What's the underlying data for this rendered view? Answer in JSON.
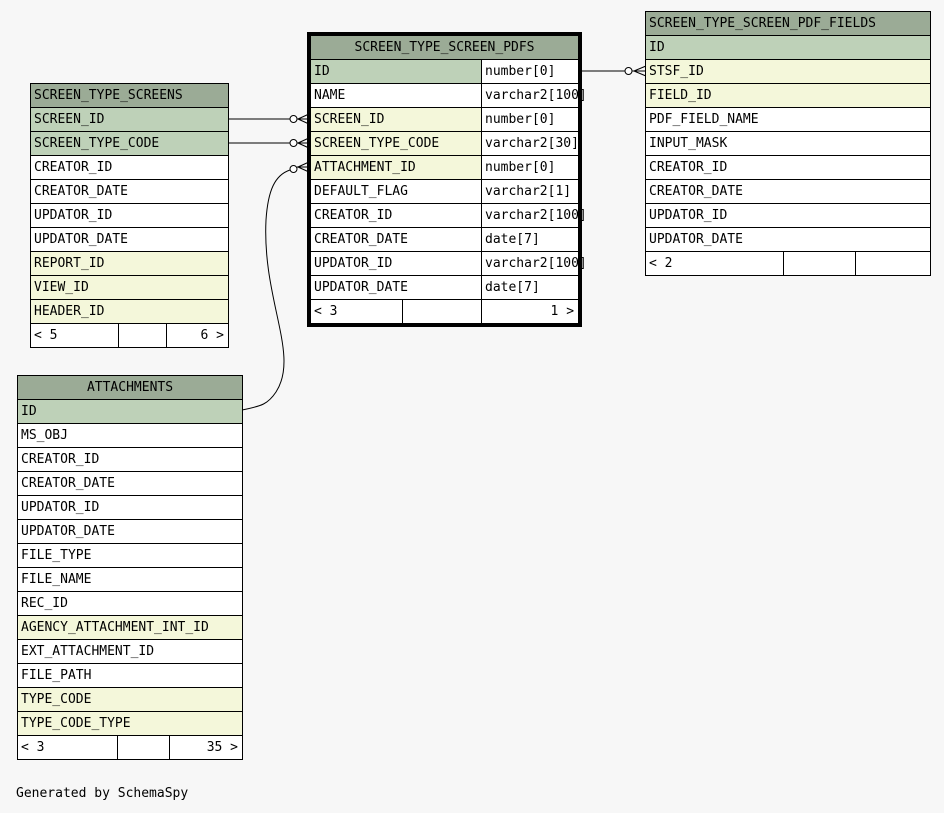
{
  "footer_text": "Generated by SchemaSpy",
  "tables": {
    "screen_type_screens": {
      "name": "SCREEN_TYPE_SCREENS",
      "columns": [
        {
          "name": "SCREEN_ID",
          "kind": "pk"
        },
        {
          "name": "SCREEN_TYPE_CODE",
          "kind": "pk"
        },
        {
          "name": "CREATOR_ID",
          "kind": "plain"
        },
        {
          "name": "CREATOR_DATE",
          "kind": "plain"
        },
        {
          "name": "UPDATOR_ID",
          "kind": "plain"
        },
        {
          "name": "UPDATOR_DATE",
          "kind": "plain"
        },
        {
          "name": "REPORT_ID",
          "kind": "fk"
        },
        {
          "name": "VIEW_ID",
          "kind": "fk"
        },
        {
          "name": "HEADER_ID",
          "kind": "fk"
        }
      ],
      "footer_left": "< 5",
      "footer_right": "6 >"
    },
    "screen_type_screen_pdfs": {
      "name": "SCREEN_TYPE_SCREEN_PDFS",
      "columns": [
        {
          "name": "ID",
          "type": "number[0]",
          "kind": "pk"
        },
        {
          "name": "NAME",
          "type": "varchar2[100]",
          "kind": "plain"
        },
        {
          "name": "SCREEN_ID",
          "type": "number[0]",
          "kind": "fk"
        },
        {
          "name": "SCREEN_TYPE_CODE",
          "type": "varchar2[30]",
          "kind": "fk"
        },
        {
          "name": "ATTACHMENT_ID",
          "type": "number[0]",
          "kind": "fk"
        },
        {
          "name": "DEFAULT_FLAG",
          "type": "varchar2[1]",
          "kind": "plain"
        },
        {
          "name": "CREATOR_ID",
          "type": "varchar2[100]",
          "kind": "plain"
        },
        {
          "name": "CREATOR_DATE",
          "type": "date[7]",
          "kind": "plain"
        },
        {
          "name": "UPDATOR_ID",
          "type": "varchar2[100]",
          "kind": "plain"
        },
        {
          "name": "UPDATOR_DATE",
          "type": "date[7]",
          "kind": "plain"
        }
      ],
      "footer_left": "< 3",
      "footer_right": "1 >"
    },
    "screen_type_screen_pdf_fields": {
      "name": "SCREEN_TYPE_SCREEN_PDF_FIELDS",
      "columns": [
        {
          "name": "ID",
          "kind": "pk"
        },
        {
          "name": "STSF_ID",
          "kind": "fk"
        },
        {
          "name": "FIELD_ID",
          "kind": "fk"
        },
        {
          "name": "PDF_FIELD_NAME",
          "kind": "plain"
        },
        {
          "name": "INPUT_MASK",
          "kind": "plain"
        },
        {
          "name": "CREATOR_ID",
          "kind": "plain"
        },
        {
          "name": "CREATOR_DATE",
          "kind": "plain"
        },
        {
          "name": "UPDATOR_ID",
          "kind": "plain"
        },
        {
          "name": "UPDATOR_DATE",
          "kind": "plain"
        }
      ],
      "footer_left": "< 2",
      "footer_right": ""
    },
    "attachments": {
      "name": "ATTACHMENTS",
      "columns": [
        {
          "name": "ID",
          "kind": "pk"
        },
        {
          "name": "MS_OBJ",
          "kind": "plain"
        },
        {
          "name": "CREATOR_ID",
          "kind": "plain"
        },
        {
          "name": "CREATOR_DATE",
          "kind": "plain"
        },
        {
          "name": "UPDATOR_ID",
          "kind": "plain"
        },
        {
          "name": "UPDATOR_DATE",
          "kind": "plain"
        },
        {
          "name": "FILE_TYPE",
          "kind": "plain"
        },
        {
          "name": "FILE_NAME",
          "kind": "plain"
        },
        {
          "name": "REC_ID",
          "kind": "plain"
        },
        {
          "name": "AGENCY_ATTACHMENT_INT_ID",
          "kind": "fk"
        },
        {
          "name": "EXT_ATTACHMENT_ID",
          "kind": "plain"
        },
        {
          "name": "FILE_PATH",
          "kind": "plain"
        },
        {
          "name": "TYPE_CODE",
          "kind": "fk"
        },
        {
          "name": "TYPE_CODE_TYPE",
          "kind": "fk"
        }
      ],
      "footer_left": "< 3",
      "footer_right": "35 >"
    }
  }
}
